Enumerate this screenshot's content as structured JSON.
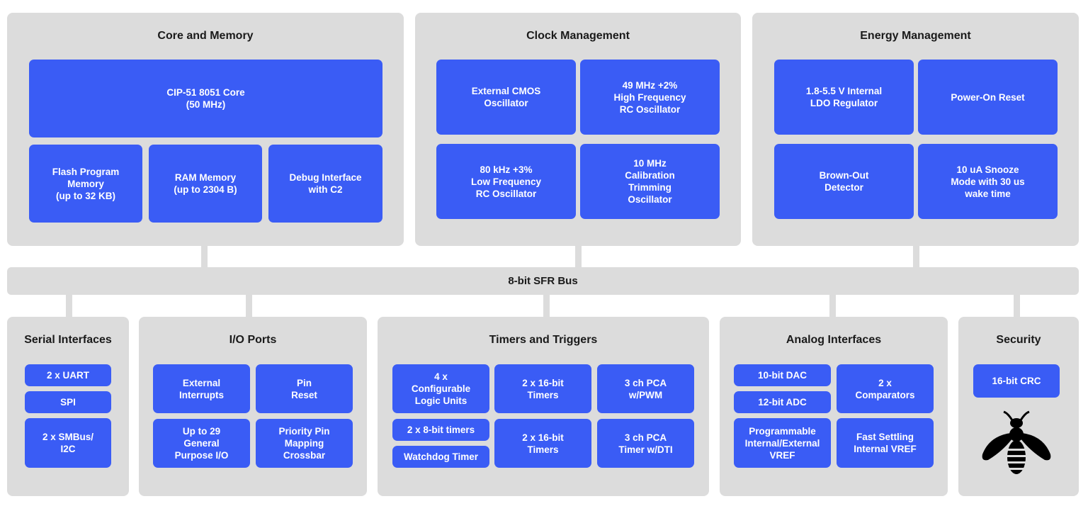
{
  "panels": {
    "core": {
      "title": "Core and Memory",
      "blocks": [
        "CIP-51 8051 Core\n(50 MHz)",
        "Flash Program\nMemory\n(up to 32 KB)",
        "RAM Memory\n(up to 2304 B)",
        "Debug Interface\nwith C2"
      ]
    },
    "clock": {
      "title": "Clock Management",
      "blocks": [
        "External CMOS\nOscillator",
        "49 MHz +2%\nHigh Frequency\nRC Oscillator",
        "80 kHz +3%\nLow Frequency\nRC Oscillator",
        "10 MHz\nCalibration\nTrimming\nOscillator"
      ]
    },
    "energy": {
      "title": "Energy Management",
      "blocks": [
        "1.8-5.5 V Internal\nLDO Regulator",
        "Power-On Reset",
        "Brown-Out\nDetector",
        "10 uA Snooze\nMode with 30 us\nwake time"
      ]
    },
    "serial": {
      "title": "Serial Interfaces",
      "blocks": [
        "2 x UART",
        "SPI",
        "2 x SMBus/\nI2C"
      ]
    },
    "io": {
      "title": "I/O Ports",
      "blocks": [
        "External\nInterrupts",
        "Pin\nReset",
        "Up to 29\nGeneral\nPurpose I/O",
        "Priority Pin\nMapping\nCrossbar"
      ]
    },
    "timers": {
      "title": "Timers and Triggers",
      "blocks": [
        "4 x\nConfigurable\nLogic Units",
        "2 x 16-bit\nTimers",
        "3 ch PCA\nw/PWM",
        "2 x 8-bit timers",
        "2 x 16-bit\nTimers",
        "3 ch PCA\nTimer w/DTI",
        "Watchdog Timer"
      ]
    },
    "analog": {
      "title": "Analog Interfaces",
      "blocks": [
        "10-bit DAC",
        "2 x\nComparators",
        "12-bit ADC",
        "Programmable\nInternal/External\nVREF",
        "Fast Settling\nInternal VREF"
      ]
    },
    "security": {
      "title": "Security",
      "blocks": [
        "16-bit CRC"
      ]
    }
  },
  "bus": {
    "label": "8-bit SFR Bus"
  },
  "colors": {
    "panel": "#dcdcdc",
    "block": "#3a5cf5",
    "text": "#1a1a1a",
    "block_text": "#ffffff"
  },
  "icons": {
    "security_logo": "bee-icon"
  }
}
